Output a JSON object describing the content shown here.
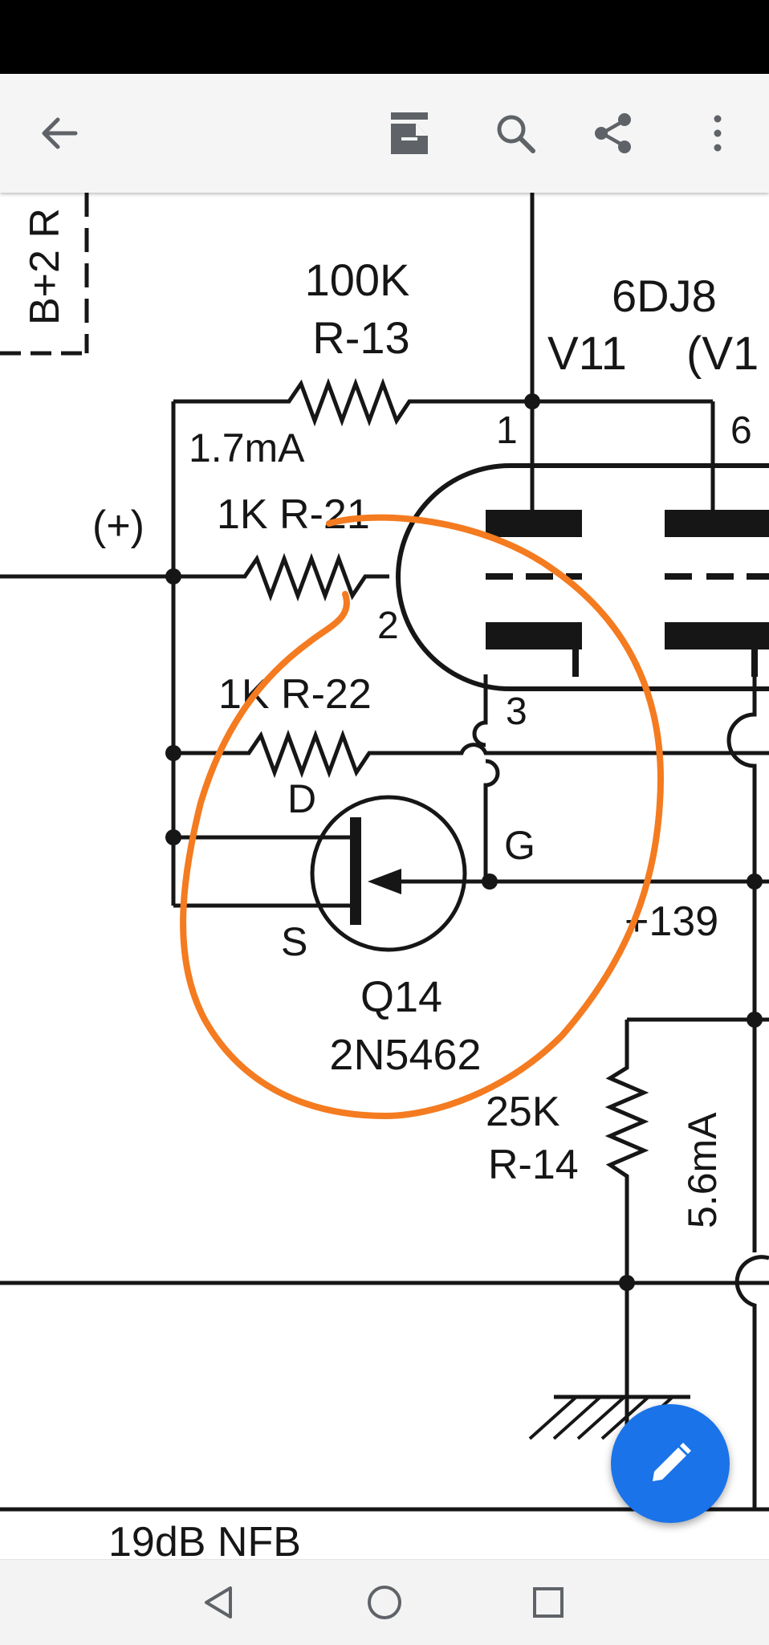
{
  "toolbar": {
    "back_icon": "arrow-left-icon",
    "drive_icon": "save-to-drive-icon",
    "search_icon": "search-icon",
    "share_icon": "share-icon",
    "more_icon": "more-vert-icon"
  },
  "schematic": {
    "tube_type": "6DJ8",
    "tube_left": "V11",
    "tube_right": "(V1",
    "box_label": "B+2 R",
    "r13_value": "100K",
    "r13_name": "R-13",
    "current_top": "1.7mA",
    "plus_label": "(+)",
    "r21_label": "1K R-21",
    "r22_label": "1K R-22",
    "pin_1": "1",
    "pin_2": "2",
    "pin_3": "3",
    "pin_6": "6",
    "drain": "D",
    "source": "S",
    "gate": "G",
    "voltage": "+139",
    "q_name": "Q14",
    "q_part": "2N5462",
    "r14_value": "25K",
    "r14_name": "R-14",
    "current_right": "5.6mA",
    "nfb": "19dB NFB",
    "annotation_color": "#f47b20"
  },
  "fab": {
    "icon": "pencil-icon"
  },
  "nav": {
    "back_icon": "nav-back-icon",
    "home_icon": "nav-home-icon",
    "recents_icon": "nav-recents-icon"
  }
}
